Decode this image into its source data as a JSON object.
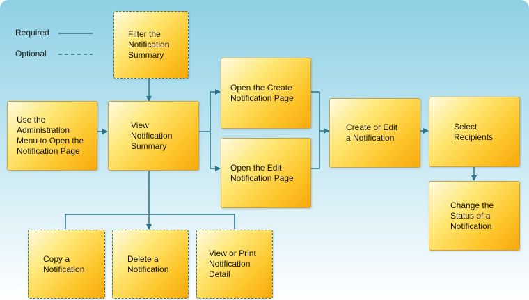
{
  "legend": {
    "required": "Required",
    "optional": "Optional"
  },
  "steps": {
    "admin_menu": "Use the\nAdministration\nMenu to Open the\nNotification Page",
    "filter_summary": "Filter the\nNotification\nSummary",
    "view_summary": "View\nNotification\nSummary",
    "open_create": "Open the Create\nNotification Page",
    "open_edit": "Open the Edit\nNotification Page",
    "create_edit": "Create or Edit\na Notification",
    "select_recipients": "Select\nRecipients",
    "change_status": "Change the\nStatus of a\nNotification",
    "copy": "Copy a\nNotification",
    "delete": "Delete a\nNotification",
    "view_print": "View or Print\nNotification\nDetail"
  },
  "colors": {
    "connector": "#2b7388",
    "background_top": "#8fd0e4",
    "background_bottom": "#ffffff",
    "box_fill_light": "#fee774",
    "box_fill_dark": "#f7a90c"
  }
}
